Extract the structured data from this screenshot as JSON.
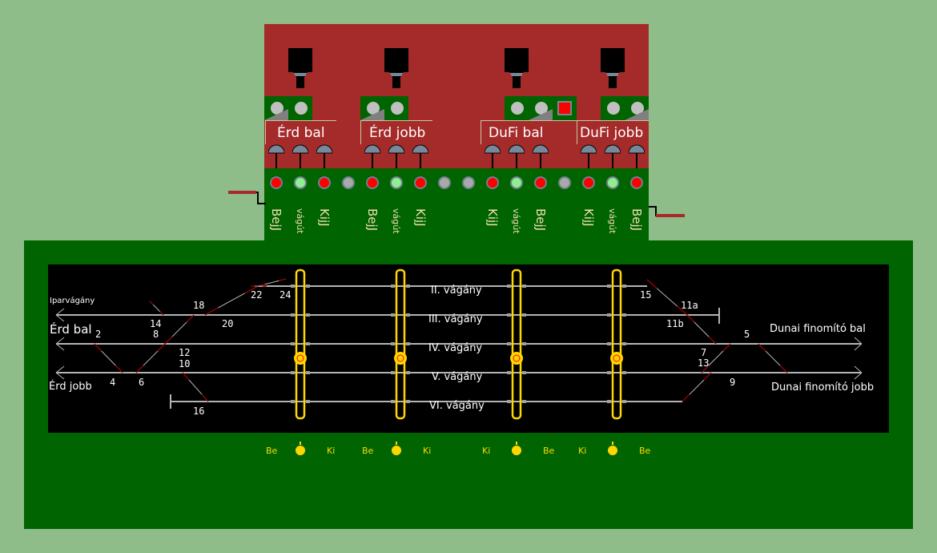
{
  "colors": {
    "background": "#8fbd8a",
    "control_panel": "#a52a2a",
    "panel_green": "#006400",
    "track_bg": "#000000",
    "track_line": "#b4b4b4",
    "switch_red": "#8b0000",
    "slider": "#ffd700",
    "led_red": "#ff0000",
    "led_green": "#90ee90",
    "led_gray": "#a9a9a9"
  },
  "directions": [
    {
      "label": "Érd bal",
      "route_alarm": false,
      "ramp_side": "left"
    },
    {
      "label": "Érd jobb",
      "route_alarm": false,
      "ramp_side": "left"
    },
    {
      "label": "DuFi bal",
      "route_alarm": true,
      "ramp_side": "right"
    },
    {
      "label": "DuFi jobb",
      "route_alarm": false,
      "ramp_side": "right"
    }
  ],
  "leds": [
    "red",
    "green",
    "red",
    "gray",
    "red",
    "green",
    "red",
    "gray",
    "gray",
    "red",
    "green",
    "red",
    "gray",
    "red",
    "green",
    "red"
  ],
  "led_labels": [
    {
      "text": "BejJ",
      "small": false
    },
    {
      "text": "vágút",
      "small": true
    },
    {
      "text": "KijJ",
      "small": false
    },
    {
      "text": "BejJ",
      "small": false
    },
    {
      "text": "vágút",
      "small": true
    },
    {
      "text": "KijJ",
      "small": false
    },
    {
      "text": "KijJ",
      "small": false
    },
    {
      "text": "vágút",
      "small": true
    },
    {
      "text": "BejJ",
      "small": false
    },
    {
      "text": "KijJ",
      "small": false
    },
    {
      "text": "vágút",
      "small": true
    },
    {
      "text": "BejJ",
      "small": false
    }
  ],
  "tracks": [
    {
      "name": "II. vágány"
    },
    {
      "name": "III. vágány"
    },
    {
      "name": "IV. vágány"
    },
    {
      "name": "V. vágány"
    },
    {
      "name": "VI. vágány"
    }
  ],
  "endpoints": {
    "iparvagany": "Iparvágány",
    "erd_bal": "Érd bal",
    "erd_jobb": "Érd jobb",
    "dunai_bal": "Dunai finomító bal",
    "dunai_jobb": "Dunai finomító jobb"
  },
  "switch_numbers": [
    "2",
    "4",
    "6",
    "8",
    "10",
    "12",
    "14",
    "16",
    "18",
    "20",
    "22",
    "24",
    "15",
    "11a",
    "11b",
    "5",
    "7",
    "9",
    "13"
  ],
  "block_controls": [
    {
      "left": "Be",
      "right": "Ki"
    },
    {
      "left": "Be",
      "right": "Ki"
    },
    {
      "left": "Ki",
      "right": "Be"
    },
    {
      "left": "Ki",
      "right": "Be"
    }
  ]
}
